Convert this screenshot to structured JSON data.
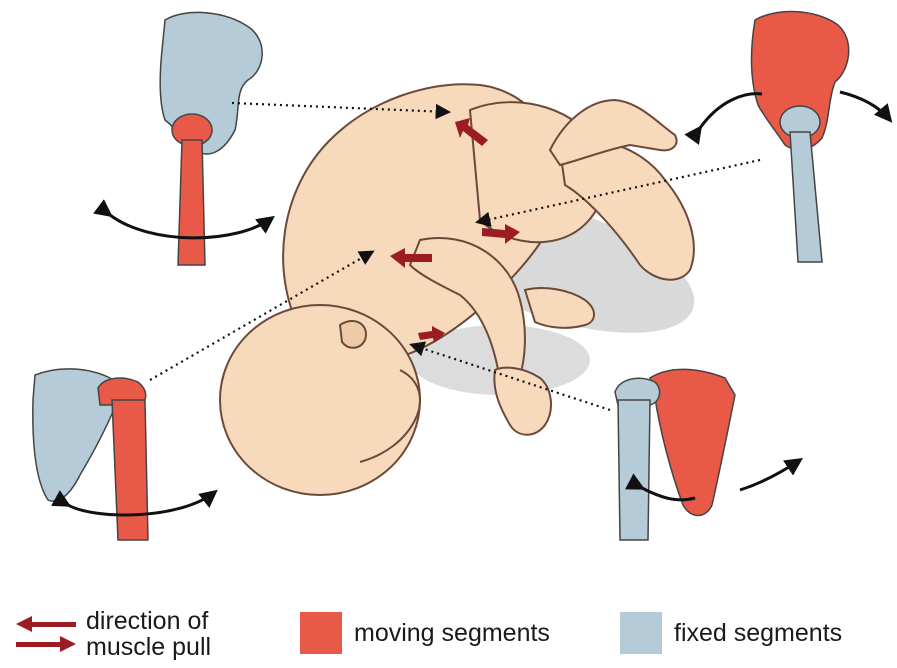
{
  "colors": {
    "moving": "#e85a47",
    "fixed": "#b5cbd8",
    "muscle_arrow": "#9b1c22",
    "skin": "#f7d9bc",
    "skin_outline": "#6b4a3a",
    "shadow": "#d3d3d3"
  },
  "legend": {
    "direction_line1": "direction of",
    "direction_line2": "muscle pull",
    "moving": "moving segments",
    "fixed": "fixed segments"
  },
  "icons": [
    "double-arrow-icon",
    "curved-rotation-arrow-icon",
    "dotted-pointer-icon"
  ]
}
